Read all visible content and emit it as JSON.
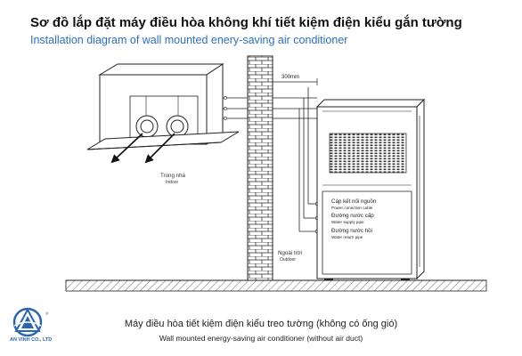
{
  "header": {
    "title_vi": "Sơ đồ lắp đặt máy điều hòa không khí tiết kiệm điện kiểu gắn tường",
    "title_en": "Installation diagram of wall mounted enery-saving air conditioner"
  },
  "labels": {
    "distance": "300mm",
    "indoor_vi": "Trong nhà",
    "indoor_en": "Indoor",
    "outdoor_vi": "Ngoài trời",
    "outdoor_en": "Outdoor",
    "power_vi": "Cáp kết nối nguồn",
    "power_en": "Power conection cable",
    "supply_vi": "Đường nước cấp",
    "supply_en": "Water supply pipe",
    "return_vi": "Đường nước hồi",
    "return_en": "Water return pipe"
  },
  "caption": {
    "vi": "Máy điều hòa tiết kiệm điện kiểu treo tường (không có ống gió)",
    "en": "Wall mounted energy-saving air conditioner (without air duct)"
  },
  "logo": {
    "name": "AN VINH CO., LTD",
    "reg": "®"
  },
  "colors": {
    "accent": "#2d6fb7",
    "line": "#222222"
  }
}
